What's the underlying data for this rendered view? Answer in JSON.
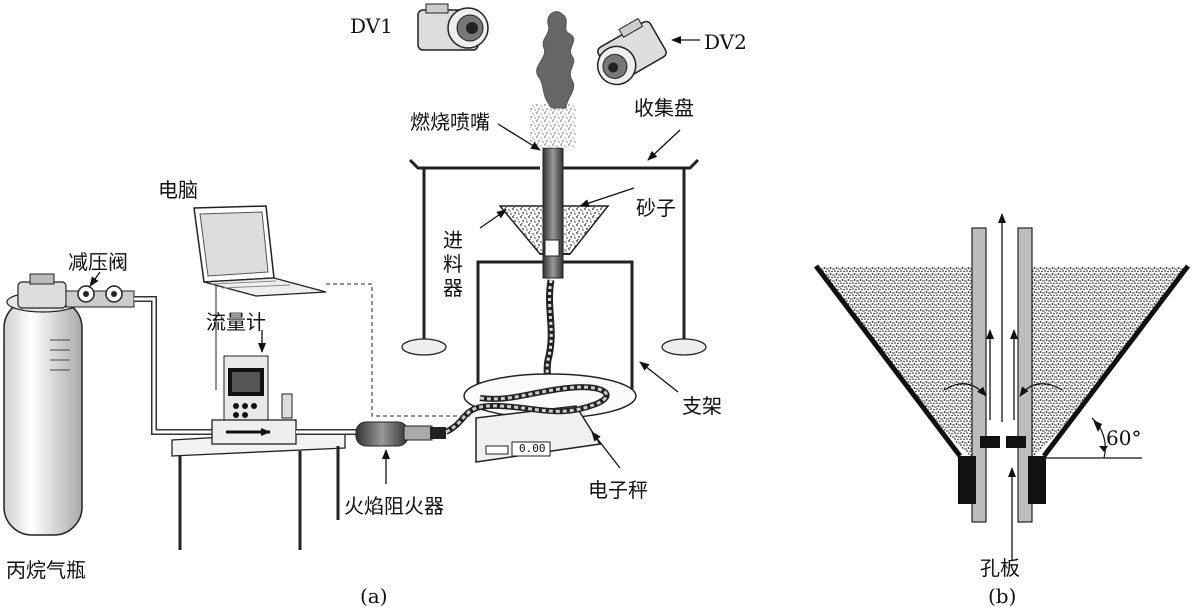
{
  "panel_a": {
    "caption": "(a)",
    "labels": {
      "dv1": "DV1",
      "dv2": "DV2",
      "nozzle": "燃烧喷嘴",
      "collector": "收集盘",
      "computer": "电脑",
      "sand": "砂子",
      "feeder": "进料器",
      "regulator": "减压阀",
      "flowmeter": "流量计",
      "stand": "支架",
      "scale": "电子秤",
      "arrester": "火焰阻火器",
      "cylinder": "丙烷气瓶",
      "scale_readout": "0.00"
    }
  },
  "panel_b": {
    "caption": "(b)",
    "labels": {
      "orifice": "孔板",
      "angle": "60°"
    }
  }
}
